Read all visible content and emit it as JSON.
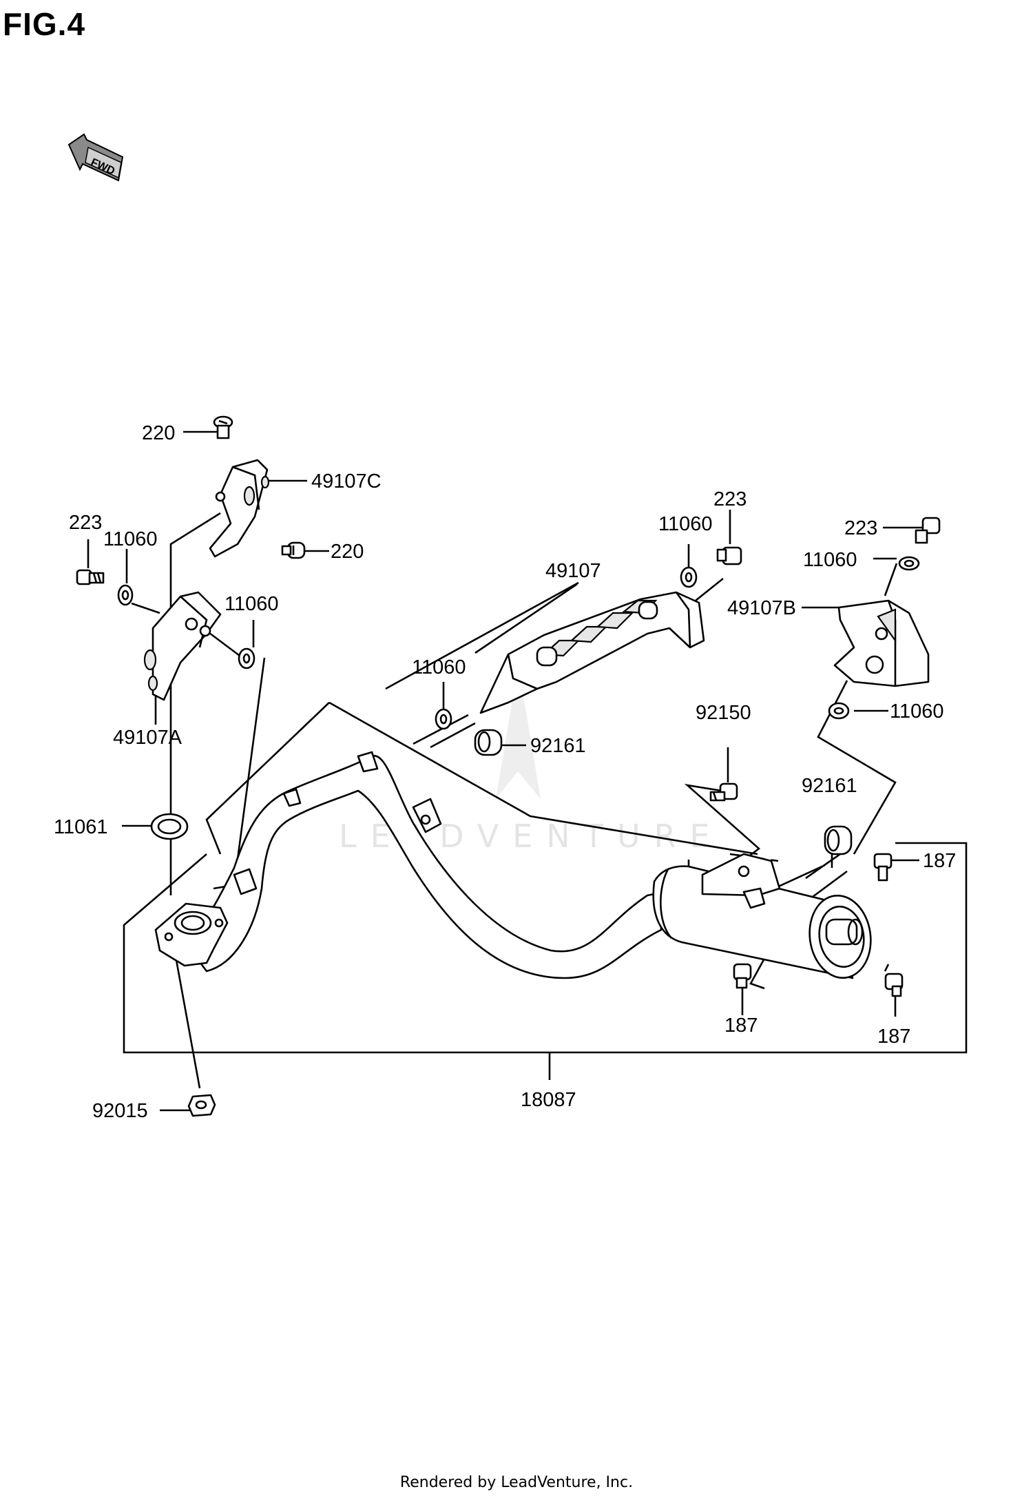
{
  "figure": {
    "title": "FIG.4",
    "fwd_icon_label": "FWD"
  },
  "watermark": "LEADVENTURE",
  "footer": "Rendered by LeadVenture, Inc.",
  "callouts": [
    {
      "id": "220-top",
      "text": "220"
    },
    {
      "id": "49107C",
      "text": "49107C"
    },
    {
      "id": "220-mid",
      "text": "220"
    },
    {
      "id": "223-left",
      "text": "223"
    },
    {
      "id": "11060-left-a",
      "text": "11060"
    },
    {
      "id": "11060-left-b",
      "text": "11060"
    },
    {
      "id": "49107A",
      "text": "49107A"
    },
    {
      "id": "11060-center",
      "text": "11060"
    },
    {
      "id": "49107",
      "text": "49107"
    },
    {
      "id": "11060-top",
      "text": "11060"
    },
    {
      "id": "223-top",
      "text": "223"
    },
    {
      "id": "223-right",
      "text": "223"
    },
    {
      "id": "11060-right-top",
      "text": "11060"
    },
    {
      "id": "49107B",
      "text": "49107B"
    },
    {
      "id": "11060-right-bottom",
      "text": "11060"
    },
    {
      "id": "92161-center",
      "text": "92161"
    },
    {
      "id": "92150",
      "text": "92150"
    },
    {
      "id": "92161-right",
      "text": "92161"
    },
    {
      "id": "187-top",
      "text": "187"
    },
    {
      "id": "11061",
      "text": "11061"
    },
    {
      "id": "187-bottom-left",
      "text": "187"
    },
    {
      "id": "187-bottom-right",
      "text": "187"
    },
    {
      "id": "92015",
      "text": "92015"
    },
    {
      "id": "18087",
      "text": "18087"
    }
  ]
}
